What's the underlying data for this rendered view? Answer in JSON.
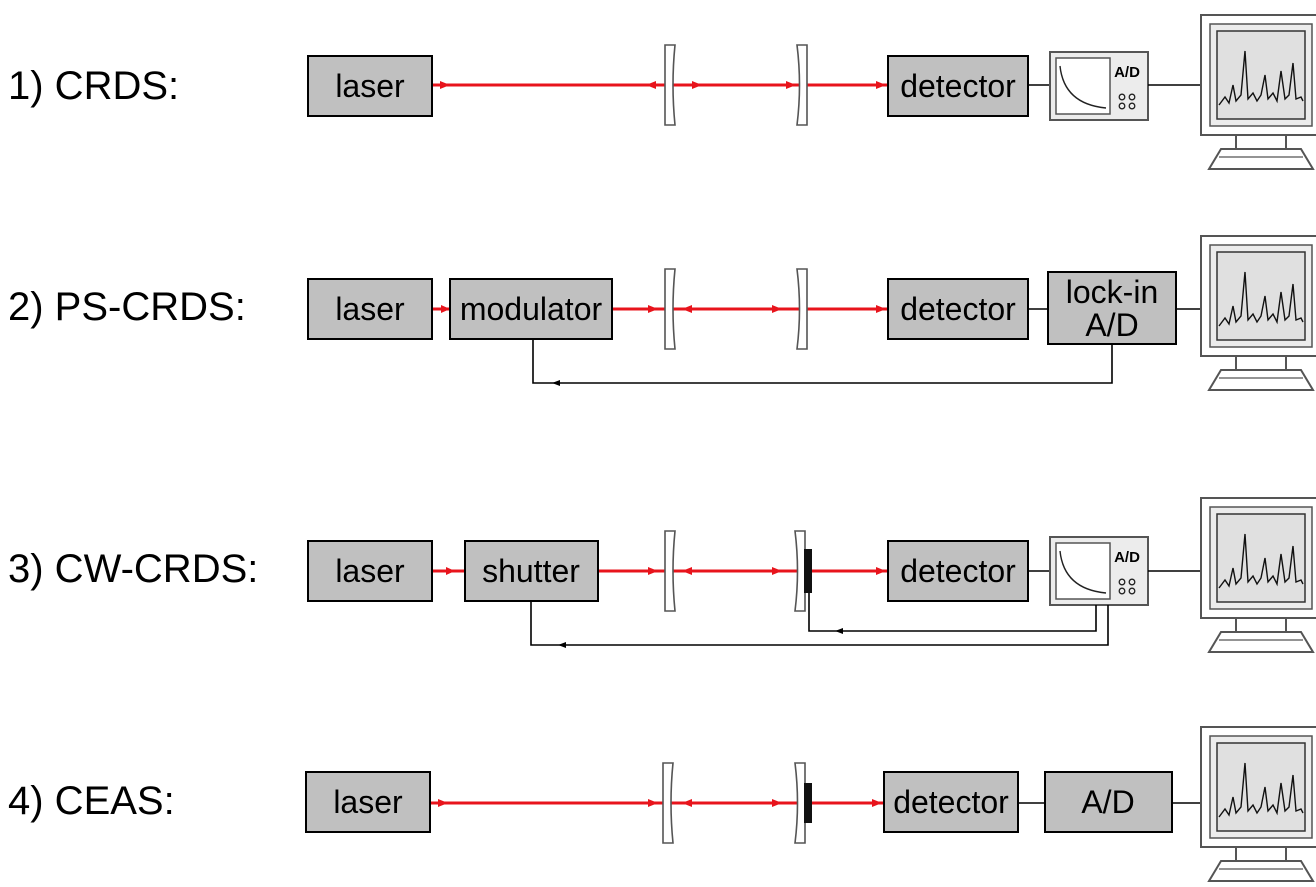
{
  "rows": [
    {
      "label": "1) CRDS:",
      "components": {
        "laser": "laser",
        "detector": "detector",
        "scope": "A/D"
      }
    },
    {
      "label": "2) PS-CRDS:",
      "components": {
        "laser": "laser",
        "modulator": "modulator",
        "detector": "detector",
        "lockin_line1": "lock-in",
        "lockin_line2": "A/D"
      }
    },
    {
      "label": "3) CW-CRDS:",
      "components": {
        "laser": "laser",
        "shutter": "shutter",
        "detector": "detector",
        "scope": "A/D"
      }
    },
    {
      "label": "4) CEAS:",
      "components": {
        "laser": "laser",
        "detector": "detector",
        "ad": "A/D"
      }
    }
  ],
  "colors": {
    "beam": "#e8141c",
    "box_fill": "#c0c0c0",
    "screen": "#e0e0e0"
  },
  "icons": [
    "cavity-mirror-icon",
    "piezo-icon",
    "oscilloscope-icon",
    "computer-icon",
    "arrow-icon"
  ]
}
